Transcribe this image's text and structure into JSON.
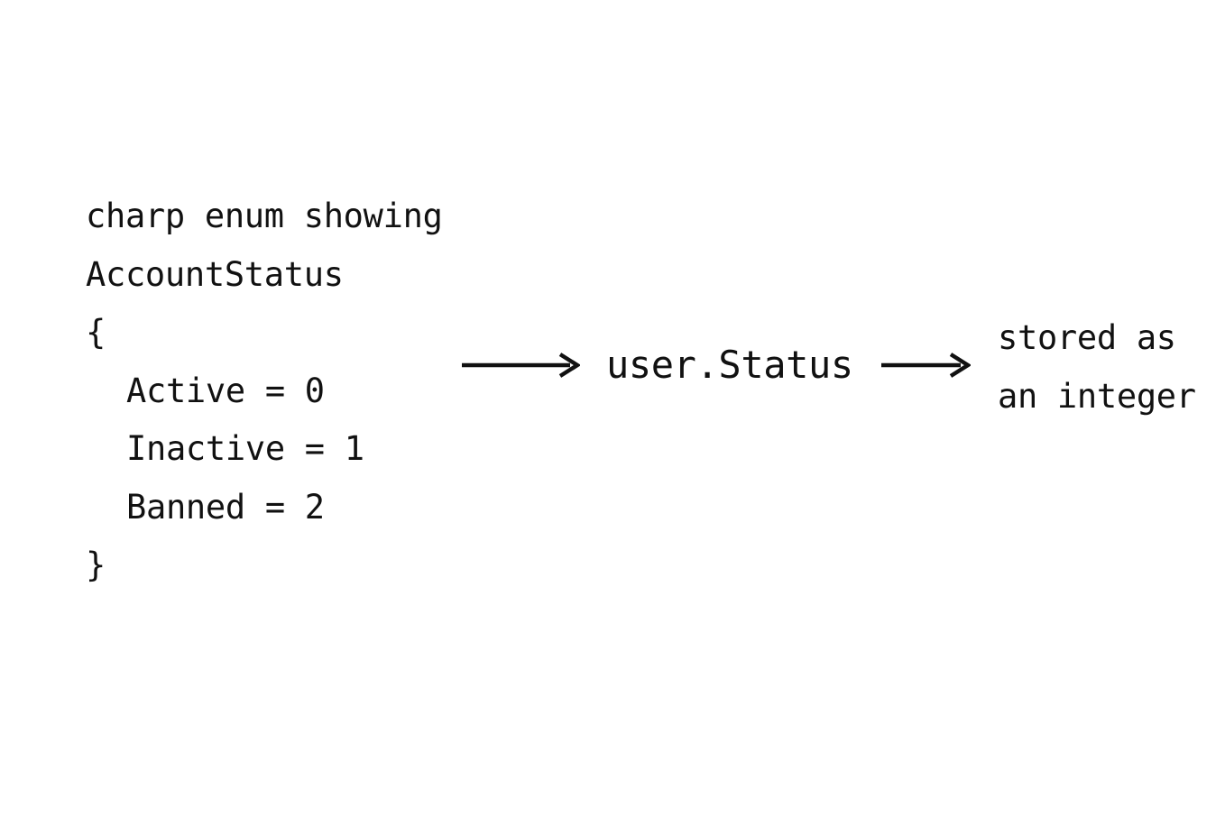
{
  "diagram": {
    "background_color": "#ffffff",
    "text_color": "#111111",
    "code_block": {
      "lines": [
        "charp enum showing",
        "AccountStatus",
        "{",
        "Active = 0",
        "Inactive = 1",
        "Banned = 2",
        "}"
      ],
      "line_0": "charp enum showing",
      "line_1": "AccountStatus",
      "line_2": "{",
      "line_3": "Active = 0",
      "line_4": "Inactive = 1",
      "line_5": "Banned = 2",
      "line_6": "}",
      "members": [
        {
          "name": "Active",
          "operator": "=",
          "value": "0"
        },
        {
          "name": "Inactive",
          "operator": "=",
          "value": "1"
        },
        {
          "name": "Banned",
          "operator": "=",
          "value": "2"
        }
      ]
    },
    "flow": {
      "arrow_1": "right-arrow",
      "middle_label": "user.Status",
      "arrow_2": "right-arrow"
    },
    "note": {
      "line_0": "stored as",
      "line_1": "an integer"
    }
  }
}
